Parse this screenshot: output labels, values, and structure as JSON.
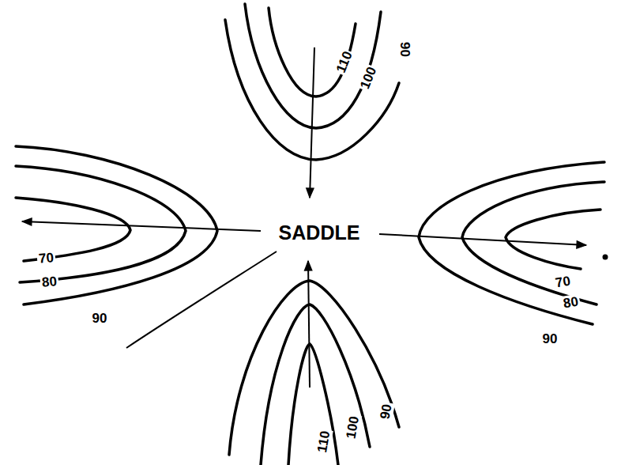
{
  "diagram": {
    "labels": [
      "110",
      "100",
      "90",
      "70",
      "80",
      "90",
      "SADDLE",
      "70",
      "80",
      "90",
      "110",
      "100",
      "90"
    ]
  }
}
